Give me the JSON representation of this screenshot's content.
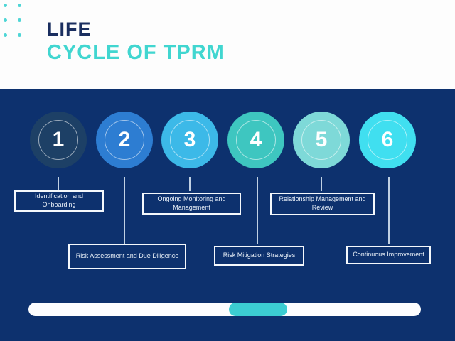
{
  "header": {
    "title_line1": "LIFE",
    "title_line2": "CYCLE OF TPRM"
  },
  "steps": [
    {
      "number": "1",
      "label": "Identification and Onboarding",
      "color": "#1d4066"
    },
    {
      "number": "2",
      "label": "Risk Assessment and Due Diligence",
      "color": "#2d7dd2"
    },
    {
      "number": "3",
      "label": "Ongoing Monitoring and Management",
      "color": "#3cb9e8"
    },
    {
      "number": "4",
      "label": "Risk Mitigation Strategies",
      "color": "#3ec6c0"
    },
    {
      "number": "5",
      "label": "Relationship Management and Review",
      "color": "#7ed9d8"
    },
    {
      "number": "6",
      "label": "Continuous Improvement",
      "color": "#40dff0"
    }
  ],
  "colors": {
    "background_navy": "#0d316e",
    "header_white": "#fdfdfd",
    "title_navy": "#1a2e5f",
    "title_teal": "#41d6d0",
    "dot_teal": "#4fd6d6",
    "scroll_thumb_teal": "#3ccdd2"
  }
}
